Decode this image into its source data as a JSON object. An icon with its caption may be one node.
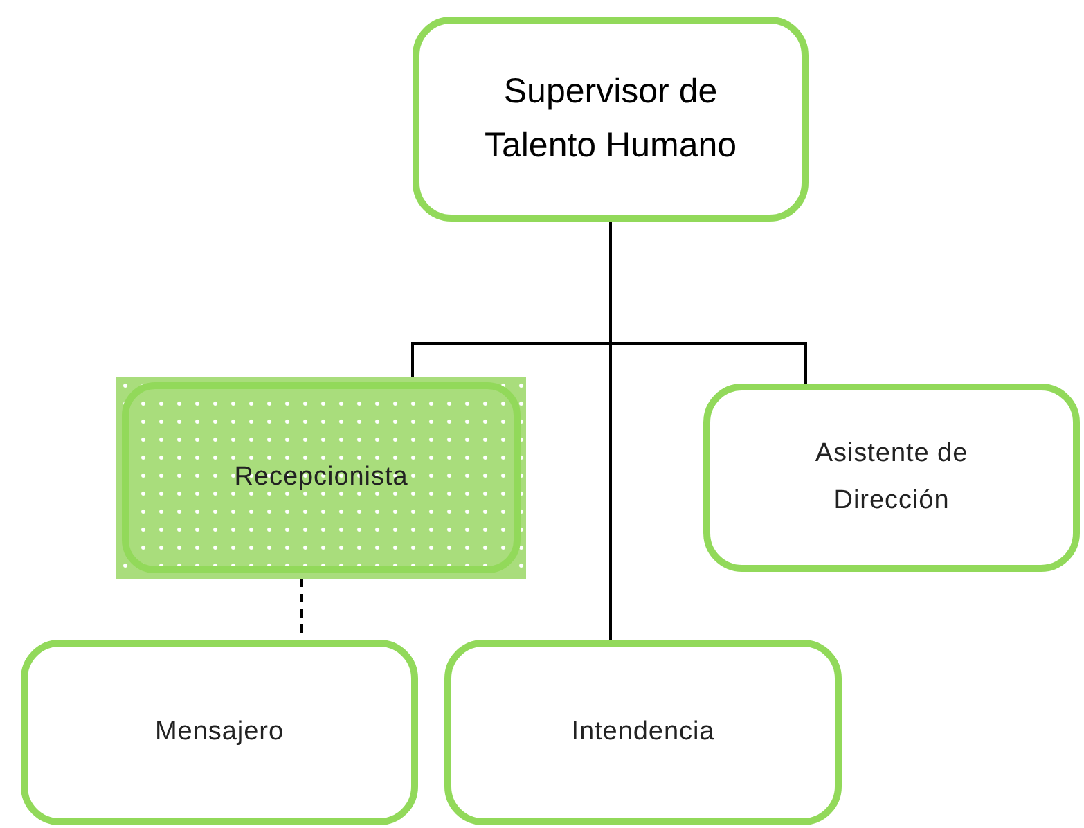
{
  "diagram": {
    "nodes": [
      {
        "text": [
          "Supervisor de Talento Humano"
        ]
      },
      {
        "text": [
          "Recepcionista"
        ]
      },
      {
        "text": [
          "Asistente de Dirección"
        ]
      },
      {
        "text": [
          "Mensajero"
        ]
      },
      {
        "text": [
          "Intendencia"
        ]
      }
    ],
    "edges": [
      {
        "from": 0,
        "to": 1,
        "arrow": "none"
      },
      {
        "from": 0,
        "to": 2,
        "arrow": "none"
      },
      {
        "from": 0,
        "to": 4,
        "arrow": "none"
      },
      {
        "from": 1,
        "to": 3,
        "arrow": "none",
        "style": "dashed"
      }
    ]
  }
}
